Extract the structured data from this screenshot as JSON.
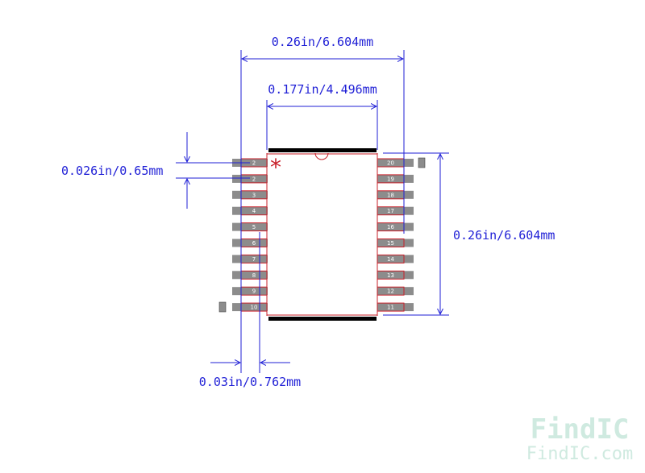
{
  "dimensions": {
    "top_outer": "0.26in/6.604mm",
    "top_inner": "0.177in/4.496mm",
    "pitch": "0.026in/0.65mm",
    "right_height": "0.26in/6.604mm",
    "pad_width": "0.03in/0.762mm"
  },
  "pins": {
    "left": [
      "2",
      "2",
      "3",
      "4",
      "5",
      "6",
      "7",
      "8",
      "9",
      "10"
    ],
    "right": [
      "20",
      "19",
      "18",
      "17",
      "16",
      "15",
      "14",
      "13",
      "12",
      "11"
    ]
  },
  "pin1_marker": "*",
  "watermark": {
    "logo": "FindIC",
    "site": "FindIC.com"
  },
  "colors": {
    "dimension": "#1f1fd6",
    "pad": "#8c8c8c",
    "pad_outline": "#c8202a",
    "body_bar": "#000000",
    "marker": "#c8202a",
    "watermark": "#bfe3d6"
  }
}
